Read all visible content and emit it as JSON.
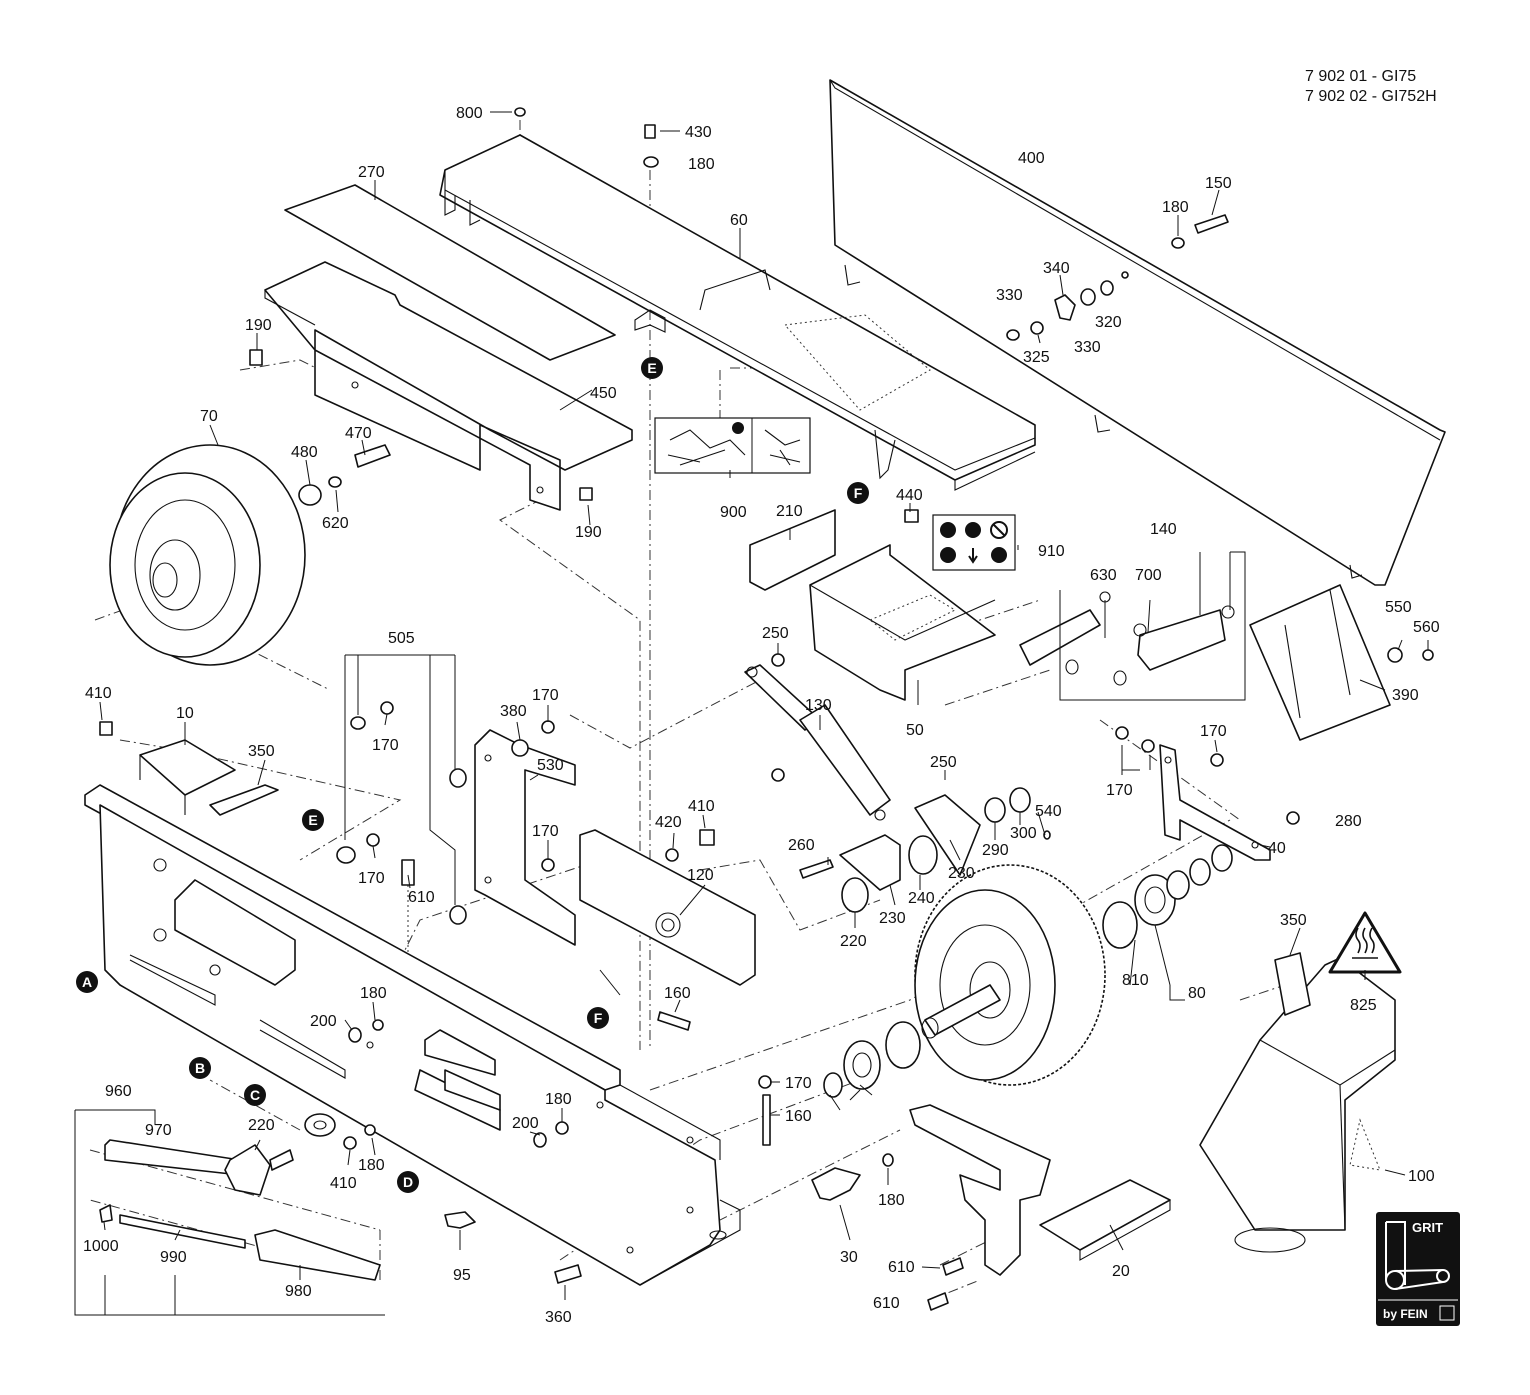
{
  "header": {
    "model_line_1": "7 902 01 - GI75",
    "model_line_2": "7 902 02 - GI752H"
  },
  "markers": [
    "A",
    "B",
    "C",
    "D",
    "E",
    "F"
  ],
  "parts": {
    "p800": "800",
    "p430": "430",
    "p180a": "180",
    "p270": "270",
    "p60": "60",
    "p400": "400",
    "p150": "150",
    "p180b": "180",
    "p340": "340",
    "p330a": "330",
    "p320": "320",
    "p330b": "330",
    "p325": "325",
    "p190a": "190",
    "p450": "450",
    "p70": "70",
    "p480": "480",
    "p470": "470",
    "p620": "620",
    "p190b": "190",
    "p900": "900",
    "p210": "210",
    "p440": "440",
    "p910": "910",
    "p140": "140",
    "p630": "630",
    "p700": "700",
    "p550": "550",
    "p560": "560",
    "p390": "390",
    "p250a": "250",
    "p130": "130",
    "p50": "50",
    "p505": "505",
    "p410a": "410",
    "p10": "10",
    "p350a": "350",
    "p170a": "170",
    "p380": "380",
    "p170b": "170",
    "p530": "530",
    "p170c": "170",
    "p170d": "170",
    "p610a": "610",
    "p410b": "410",
    "p420": "420",
    "p120": "120",
    "p250b": "250",
    "p540": "540",
    "p300": "300",
    "p290": "290",
    "p260": "260",
    "p230a": "230",
    "p240": "240",
    "p230b": "230",
    "p220a": "220",
    "p170e": "170",
    "p170f": "170",
    "p280": "280",
    "p40": "40",
    "p350b": "350",
    "p810": "810",
    "p80": "80",
    "p825": "825",
    "p180c": "180",
    "p200a": "200",
    "p160a": "160",
    "p170g": "170",
    "p160b": "160",
    "p180d": "180",
    "p200b": "200",
    "p960": "960",
    "p970": "970",
    "p220b": "220",
    "p410c": "410",
    "p180e": "180",
    "p1000": "1000",
    "p990": "990",
    "p980": "980",
    "p95": "95",
    "p360": "360",
    "p30": "30",
    "p180f": "180",
    "p610b": "610",
    "p610c": "610",
    "p20": "20",
    "p100": "100"
  },
  "logo": {
    "top_text": "GRIT",
    "bottom_text": "by FEIN"
  },
  "icons": [
    "manual-icon",
    "gloves-icon",
    "no-gloves-icon",
    "face-shield-icon",
    "arrow-down-icon",
    "ear-protection-icon",
    "hot-surface-warning-icon"
  ]
}
